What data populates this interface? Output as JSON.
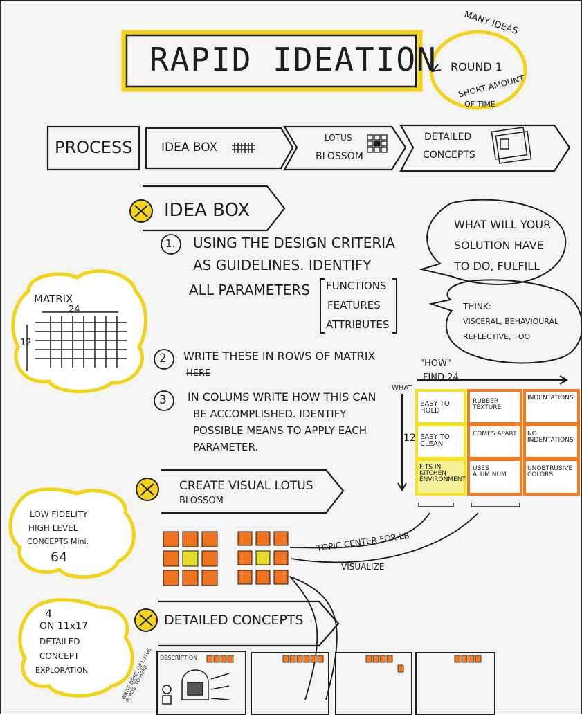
{
  "title": "RAPID IDEATION",
  "round_bubble": {
    "top": "MANY IDEAS",
    "middle": "ROUND 1",
    "bottom_1": "SHORT AMOUNT",
    "bottom_2": "OF TIME"
  },
  "process": {
    "label": "PROCESS",
    "step1": "IDEA BOX",
    "step2_line1": "LOTUS",
    "step2_line2": "BLOSSOM",
    "step3_line1": "DETAILED",
    "step3_line2": "CONCEPTS"
  },
  "idea_box": {
    "heading": "IDEA BOX",
    "n1": "1.",
    "step1_line1": "USING THE DESIGN CRITERIA",
    "step1_line2": "AS GUIDELINES. IDENTIFY",
    "step1_line3": "ALL PARAMETERS",
    "bracket_1": "FUNCTIONS",
    "bracket_2": "FEATURES",
    "bracket_3": "ATTRIBUTES",
    "n2": "2",
    "step2_line1": "WRITE THESE IN ROWS OF MATRIX",
    "step2_line2": "HERE",
    "n3": "3",
    "step3_line1": "IN COLUMS WRITE HOW THIS CAN",
    "step3_line2": "BE ACCOMPLISHED. IDENTIFY",
    "step3_line3": "POSSIBLE MEANS TO APPLY EACH",
    "step3_line4": "PARAMETER."
  },
  "speech_bubble": {
    "line1": "WHAT WILL YOUR",
    "line2": "SOLUTION HAVE",
    "line3": "TO DO, FULFILL"
  },
  "think_bubble": {
    "line1": "THINK:",
    "line2": "VISCERAL, BEHAVIOURAL",
    "line3": "REFLECTIVE, TOO"
  },
  "matrix_cloud": {
    "label": "MATRIX",
    "cols": "24",
    "rows": "12"
  },
  "how_matrix": {
    "how_label": "\"HOW\"",
    "find_label": "FIND 24",
    "what_label": "WHAT",
    "rows_label": "12",
    "cells": [
      [
        "EASY TO HOLD",
        "RUBBER TEXTURE",
        "INDENTATIONS"
      ],
      [
        "EASY TO CLEAN",
        "COMES APART",
        "NO INDENTATIONS"
      ],
      [
        "FITS IN KITCHEN ENVIRONMENT",
        "USES ALUMINUM",
        "UNOBTRUSIVE COLORS"
      ]
    ],
    "colors": {
      "rows_head": "#f3e320",
      "cells": "#f47b20"
    }
  },
  "lotus": {
    "heading_line1": "CREATE VISUAL LOTUS",
    "heading_line2": "BLOSSOM",
    "topic_label": "TOPIC CENTER FOR LB",
    "visualize_label": "VISUALIZE",
    "colors": {
      "center": "#e6dd2a",
      "petal": "#f0741f"
    }
  },
  "low_fi_cloud": {
    "line1": "LOW FIDELITY",
    "line2": "HIGH LEVEL",
    "line3": "CONCEPTS Mini.",
    "line4": "64"
  },
  "detailed": {
    "heading": "DETAILED CONCEPTS",
    "cloud_line0": "4",
    "cloud_line1": "ON 11x17",
    "cloud_line2": "DETAILED",
    "cloud_line3": "CONCEPT",
    "cloud_line4": "EXPLORATION",
    "sheet_label": "DESCRIPTION",
    "side_note": "WRITE DESC. OF LOTUS B. POS. TO HERE"
  },
  "colors": {
    "yellow": "#f3d317",
    "orange": "#f4821f",
    "ink": "#1d1d1d"
  }
}
